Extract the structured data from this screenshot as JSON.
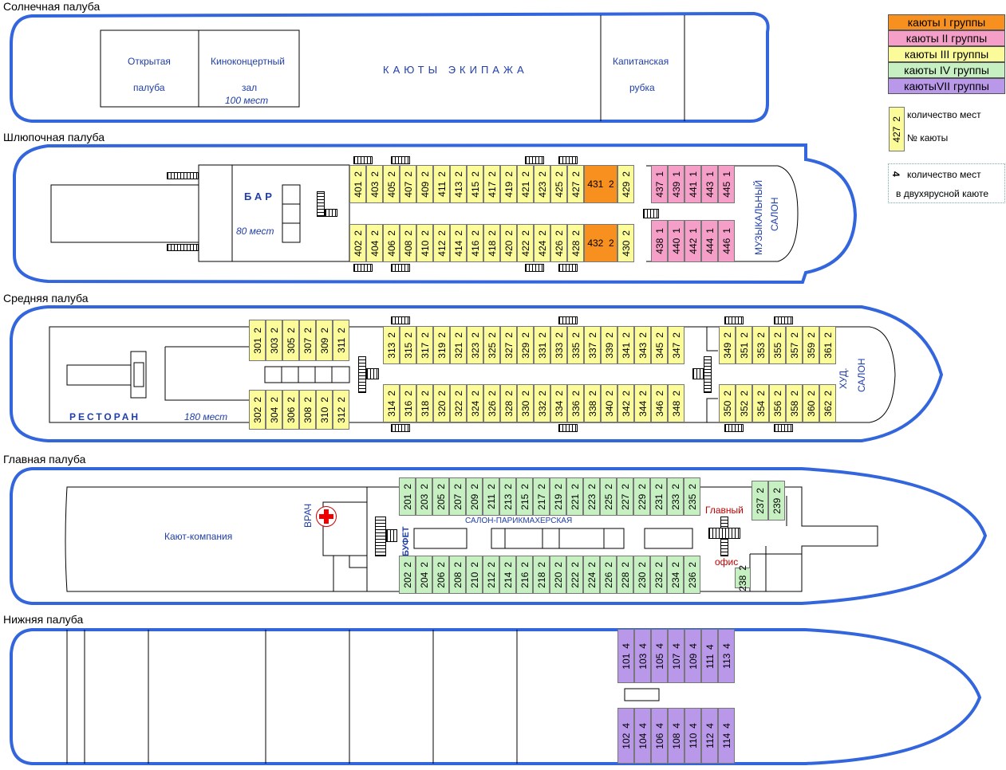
{
  "decks": {
    "sun": "Солнечная палуба",
    "boat": "Шлюпочная палуба",
    "middle": "Средняя палуба",
    "main": "Главная палуба",
    "lower": "Нижняя палуба"
  },
  "sun_deck": {
    "open_deck_1": "Открытая",
    "open_deck_2": "палуба",
    "cinema_1": "Киноконцертный",
    "cinema_2": "зал",
    "cinema_seats": "100 мест",
    "crew": "КАЮТЫ ЭКИПАЖА",
    "bridge_1": "Капитанская",
    "bridge_2": "рубка"
  },
  "boat_deck": {
    "bar": "БАР",
    "bar_seats": "80 мест",
    "music_salon_1": "МУЗЫКАЛЬНЫЙ",
    "music_salon_2": "САЛОН"
  },
  "middle_deck": {
    "restaurant": "РЕСТОРАН",
    "restaurant_seats": "180 мест",
    "art_salon_1": "ХУД.",
    "art_salon_2": "САЛОН"
  },
  "main_deck": {
    "wardroom": "Кают-компания",
    "doctor": "ВРАЧ",
    "buffet": "БУФЕТ",
    "hairdresser": "САЛОН-ПАРИКМАХЕРСКАЯ",
    "main_office_1": "Главный",
    "main_office_2": "офис"
  },
  "legend": {
    "g1": "каюты I группы",
    "g2": "каюты II группы",
    "g3": "каюты III группы",
    "g4": "каюты IV группы",
    "g7": "каютыVII группы",
    "sample_num": "427",
    "sample_seats": "2",
    "seats_label": "количество мест",
    "num_label": "№ каюты",
    "bunk_sample": "4",
    "bunk_label_1": "количество мест",
    "bunk_label_2": "в двухярусной каюте"
  },
  "colors": {
    "g1": "#f7901e",
    "g2": "#f59fc8",
    "g3": "#fbfb9a",
    "g4": "#c6f0c2",
    "g7": "#b998ea",
    "hull": "#3366dd"
  },
  "cabins": {
    "boat_top": [
      [
        "401",
        "2"
      ],
      [
        "403",
        "2"
      ],
      [
        "405",
        "2"
      ],
      [
        "407",
        "2"
      ],
      [
        "409",
        "2"
      ],
      [
        "411",
        "2"
      ],
      [
        "413",
        "2"
      ],
      [
        "415",
        "2"
      ],
      [
        "417",
        "2"
      ],
      [
        "419",
        "2"
      ],
      [
        "421",
        "2"
      ],
      [
        "423",
        "2"
      ],
      [
        "425",
        "2"
      ],
      [
        "427",
        "2"
      ]
    ],
    "boat_bottom": [
      [
        "402",
        "2"
      ],
      [
        "404",
        "2"
      ],
      [
        "406",
        "2"
      ],
      [
        "408",
        "2"
      ],
      [
        "410",
        "2"
      ],
      [
        "412",
        "2"
      ],
      [
        "414",
        "2"
      ],
      [
        "416",
        "2"
      ],
      [
        "418",
        "2"
      ],
      [
        "420",
        "2"
      ],
      [
        "422",
        "2"
      ],
      [
        "424",
        "2"
      ],
      [
        "426",
        "2"
      ],
      [
        "428",
        "2"
      ]
    ],
    "boat_431": [
      "431",
      "2"
    ],
    "boat_432": [
      "432",
      "2"
    ],
    "boat_429": [
      "429",
      "2"
    ],
    "boat_430": [
      "430",
      "2"
    ],
    "boat_pink_top": [
      [
        "437",
        "1"
      ],
      [
        "439",
        "1"
      ],
      [
        "441",
        "1"
      ],
      [
        "443",
        "1"
      ],
      [
        "445",
        "1"
      ]
    ],
    "boat_pink_bottom": [
      [
        "438",
        "1"
      ],
      [
        "440",
        "1"
      ],
      [
        "442",
        "1"
      ],
      [
        "444",
        "1"
      ],
      [
        "446",
        "1"
      ]
    ],
    "mid_left_top": [
      [
        "301",
        "2"
      ],
      [
        "303",
        "2"
      ],
      [
        "305",
        "2"
      ],
      [
        "307",
        "2"
      ],
      [
        "309",
        "2"
      ],
      [
        "311",
        "2"
      ]
    ],
    "mid_left_bottom": [
      [
        "302",
        "2"
      ],
      [
        "304",
        "2"
      ],
      [
        "306",
        "2"
      ],
      [
        "308",
        "2"
      ],
      [
        "310",
        "2"
      ],
      [
        "312",
        "2"
      ]
    ],
    "mid_top": [
      [
        "313",
        "2"
      ],
      [
        "315",
        "2"
      ],
      [
        "317",
        "2"
      ],
      [
        "319",
        "2"
      ],
      [
        "321",
        "2"
      ],
      [
        "323",
        "2"
      ],
      [
        "325",
        "2"
      ],
      [
        "327",
        "2"
      ],
      [
        "329",
        "2"
      ],
      [
        "331",
        "2"
      ],
      [
        "333",
        "2"
      ],
      [
        "335",
        "2"
      ],
      [
        "337",
        "2"
      ],
      [
        "339",
        "2"
      ],
      [
        "341",
        "2"
      ],
      [
        "343",
        "2"
      ],
      [
        "345",
        "2"
      ],
      [
        "347",
        "2"
      ]
    ],
    "mid_bottom": [
      [
        "314",
        "2"
      ],
      [
        "316",
        "2"
      ],
      [
        "318",
        "2"
      ],
      [
        "320",
        "2"
      ],
      [
        "322",
        "2"
      ],
      [
        "324",
        "2"
      ],
      [
        "326",
        "2"
      ],
      [
        "328",
        "2"
      ],
      [
        "330",
        "2"
      ],
      [
        "332",
        "2"
      ],
      [
        "334",
        "2"
      ],
      [
        "336",
        "2"
      ],
      [
        "338",
        "2"
      ],
      [
        "340",
        "2"
      ],
      [
        "342",
        "2"
      ],
      [
        "344",
        "2"
      ],
      [
        "346",
        "2"
      ],
      [
        "348",
        "2"
      ]
    ],
    "mid_right_top": [
      [
        "349",
        "2"
      ],
      [
        "351",
        "2"
      ],
      [
        "353",
        "2"
      ],
      [
        "355",
        "2"
      ],
      [
        "357",
        "2"
      ],
      [
        "359",
        "2"
      ],
      [
        "361",
        "2"
      ]
    ],
    "mid_right_bottom": [
      [
        "350",
        "2"
      ],
      [
        "352",
        "2"
      ],
      [
        "354",
        "2"
      ],
      [
        "356",
        "2"
      ],
      [
        "358",
        "2"
      ],
      [
        "360",
        "2"
      ],
      [
        "362",
        "2"
      ]
    ],
    "main_top": [
      [
        "201",
        "2"
      ],
      [
        "203",
        "2"
      ],
      [
        "205",
        "2"
      ],
      [
        "207",
        "2"
      ],
      [
        "209",
        "2"
      ],
      [
        "211",
        "2"
      ],
      [
        "213",
        "2"
      ],
      [
        "215",
        "2"
      ],
      [
        "217",
        "2"
      ],
      [
        "219",
        "2"
      ],
      [
        "221",
        "2"
      ],
      [
        "223",
        "2"
      ],
      [
        "225",
        "2"
      ],
      [
        "227",
        "2"
      ],
      [
        "229",
        "2"
      ],
      [
        "231",
        "2"
      ],
      [
        "233",
        "2"
      ],
      [
        "235",
        "2"
      ]
    ],
    "main_bottom": [
      [
        "202",
        "2"
      ],
      [
        "204",
        "2"
      ],
      [
        "206",
        "2"
      ],
      [
        "208",
        "2"
      ],
      [
        "210",
        "2"
      ],
      [
        "212",
        "2"
      ],
      [
        "214",
        "2"
      ],
      [
        "216",
        "2"
      ],
      [
        "218",
        "2"
      ],
      [
        "220",
        "2"
      ],
      [
        "222",
        "2"
      ],
      [
        "224",
        "2"
      ],
      [
        "226",
        "2"
      ],
      [
        "228",
        "2"
      ],
      [
        "230",
        "2"
      ],
      [
        "232",
        "2"
      ],
      [
        "234",
        "2"
      ],
      [
        "236",
        "2"
      ]
    ],
    "main_right_top": [
      [
        "237",
        "2"
      ],
      [
        "239",
        "2"
      ]
    ],
    "main_238": [
      "238",
      "2"
    ],
    "lower_top": [
      [
        "101",
        "4"
      ],
      [
        "103",
        "4"
      ],
      [
        "105",
        "4"
      ],
      [
        "107",
        "4"
      ],
      [
        "109",
        "4"
      ],
      [
        "111",
        "4"
      ],
      [
        "113",
        "4"
      ]
    ],
    "lower_bottom": [
      [
        "102",
        "4"
      ],
      [
        "104",
        "4"
      ],
      [
        "106",
        "4"
      ],
      [
        "108",
        "4"
      ],
      [
        "110",
        "4"
      ],
      [
        "112",
        "4"
      ],
      [
        "114",
        "4"
      ]
    ]
  }
}
